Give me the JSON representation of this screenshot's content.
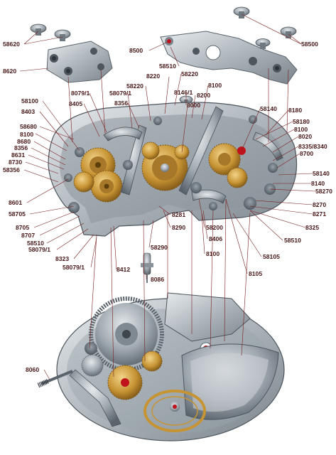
{
  "labels": [
    {
      "id": "58620",
      "text": "58620",
      "side": "left"
    },
    {
      "id": "8620",
      "text": "8620",
      "side": "left"
    },
    {
      "id": "58500",
      "text": "58500",
      "side": "right"
    },
    {
      "id": "8500",
      "text": "8500",
      "side": "left"
    },
    {
      "id": "58510a",
      "text": "58510",
      "side": "left"
    },
    {
      "id": "58220a",
      "text": "58220",
      "side": "left"
    },
    {
      "id": "8220",
      "text": "8220",
      "side": "left"
    },
    {
      "id": "58220b",
      "text": "58220",
      "side": "left"
    },
    {
      "id": "8079-1a",
      "text": "8079/1",
      "side": "left"
    },
    {
      "id": "58079-1a",
      "text": "58079/1",
      "side": "left"
    },
    {
      "id": "8146-1",
      "text": "8146/1",
      "side": "left"
    },
    {
      "id": "8100a",
      "text": "8100",
      "side": "left"
    },
    {
      "id": "8200",
      "text": "8200",
      "side": "left"
    },
    {
      "id": "58100",
      "text": "58100",
      "side": "left"
    },
    {
      "id": "8405",
      "text": "8405",
      "side": "left"
    },
    {
      "id": "8356a",
      "text": "8356",
      "side": "left"
    },
    {
      "id": "8403",
      "text": "8403",
      "side": "left"
    },
    {
      "id": "58680",
      "text": "58680",
      "side": "left"
    },
    {
      "id": "8100b",
      "text": "8100",
      "side": "left"
    },
    {
      "id": "8680",
      "text": "8680",
      "side": "left"
    },
    {
      "id": "8356b",
      "text": "8356",
      "side": "left"
    },
    {
      "id": "8631",
      "text": "8631",
      "side": "left"
    },
    {
      "id": "8730",
      "text": "8730",
      "side": "left"
    },
    {
      "id": "58356",
      "text": "58356",
      "side": "left"
    },
    {
      "id": "8000",
      "text": "8000",
      "side": "left"
    },
    {
      "id": "58140a",
      "text": "58140",
      "side": "left"
    },
    {
      "id": "8180",
      "text": "8180",
      "side": "right"
    },
    {
      "id": "58180",
      "text": "58180",
      "side": "right"
    },
    {
      "id": "8100c",
      "text": "8100",
      "side": "right"
    },
    {
      "id": "8020",
      "text": "8020",
      "side": "right"
    },
    {
      "id": "8335-8340",
      "text": "8335/8340",
      "side": "right"
    },
    {
      "id": "8700",
      "text": "8700",
      "side": "right"
    },
    {
      "id": "58140b",
      "text": "58140",
      "side": "right"
    },
    {
      "id": "8140",
      "text": "8140",
      "side": "right"
    },
    {
      "id": "58270",
      "text": "58270",
      "side": "right"
    },
    {
      "id": "8270",
      "text": "8270",
      "side": "right"
    },
    {
      "id": "8271",
      "text": "8271",
      "side": "right"
    },
    {
      "id": "8325",
      "text": "8325",
      "side": "right"
    },
    {
      "id": "8601",
      "text": "8601",
      "side": "left"
    },
    {
      "id": "58705",
      "text": "58705",
      "side": "left"
    },
    {
      "id": "8705",
      "text": "8705",
      "side": "left"
    },
    {
      "id": "8707",
      "text": "8707",
      "side": "left"
    },
    {
      "id": "58510b",
      "text": "58510",
      "side": "left"
    },
    {
      "id": "58079-1b",
      "text": "58079/1",
      "side": "left"
    },
    {
      "id": "8323",
      "text": "8323",
      "side": "left"
    },
    {
      "id": "58079-1c",
      "text": "58079/1",
      "side": "left"
    },
    {
      "id": "8412",
      "text": "8412",
      "side": "left"
    },
    {
      "id": "58290",
      "text": "58290",
      "side": "left"
    },
    {
      "id": "8281",
      "text": "8281",
      "side": "left"
    },
    {
      "id": "8290",
      "text": "8290",
      "side": "left"
    },
    {
      "id": "58200",
      "text": "58200",
      "side": "left"
    },
    {
      "id": "8406",
      "text": "8406",
      "side": "left"
    },
    {
      "id": "58510c",
      "text": "58510",
      "side": "right"
    },
    {
      "id": "58105",
      "text": "58105",
      "side": "right"
    },
    {
      "id": "8100d",
      "text": "8100",
      "side": "left"
    },
    {
      "id": "8105",
      "text": "8105",
      "side": "left"
    },
    {
      "id": "8086",
      "text": "8086",
      "side": "left"
    },
    {
      "id": "8060",
      "text": "8060",
      "side": "left"
    }
  ]
}
